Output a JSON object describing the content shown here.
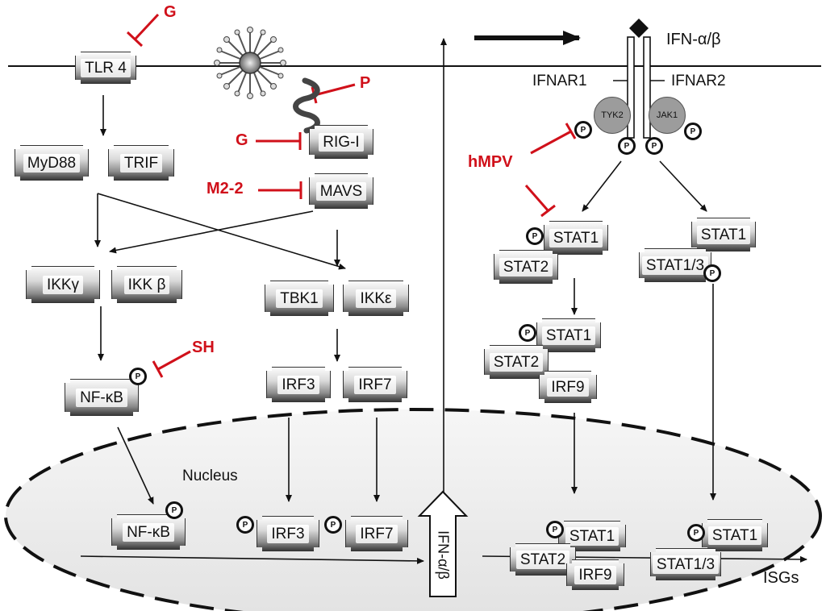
{
  "inhibitors": {
    "g_tlr": "G",
    "p": "P",
    "g_rig": "G",
    "m22": "M2-2",
    "hmpv": "hMPV",
    "sh": "SH"
  },
  "cytoplasm": {
    "tlr4": "TLR 4",
    "myd88": "MyD88",
    "trif": "TRIF",
    "rigi": "RIG-I",
    "mavs": "MAVS",
    "ikkg": "IKKγ",
    "ikkb": "IKK β",
    "tbk1": "TBK1",
    "ikke": "IKKε",
    "nfkb": "NF-κB",
    "irf3": "IRF3",
    "irf7": "IRF7"
  },
  "receptor": {
    "ligand": "IFN-α/β",
    "ifnar1": "IFNAR1",
    "ifnar2": "IFNAR2",
    "tyk2": "TYK2",
    "jak1": "JAK1"
  },
  "stat_left": {
    "stat1_a": "STAT1",
    "stat2_a": "STAT2",
    "stat1_b": "STAT1",
    "stat2_b": "STAT2",
    "irf9_b": "IRF9"
  },
  "stat_right": {
    "stat1": "STAT1",
    "stat13": "STAT1/3"
  },
  "nucleus": {
    "label": "Nucleus",
    "nfkb": "NF-κB",
    "irf3": "IRF3",
    "irf7": "IRF7",
    "ifn_gene": "IFN-α/β",
    "stat1_a": "STAT1",
    "stat2_a": "STAT2",
    "irf9_a": "IRF9",
    "stat1_b": "STAT1",
    "stat13_b": "STAT1/3",
    "isgs": "ISGs"
  },
  "phospho": "P",
  "colors": {
    "inhibitor": "#d0101a",
    "nucleus_fill": "#ececec",
    "line": "#111111"
  }
}
